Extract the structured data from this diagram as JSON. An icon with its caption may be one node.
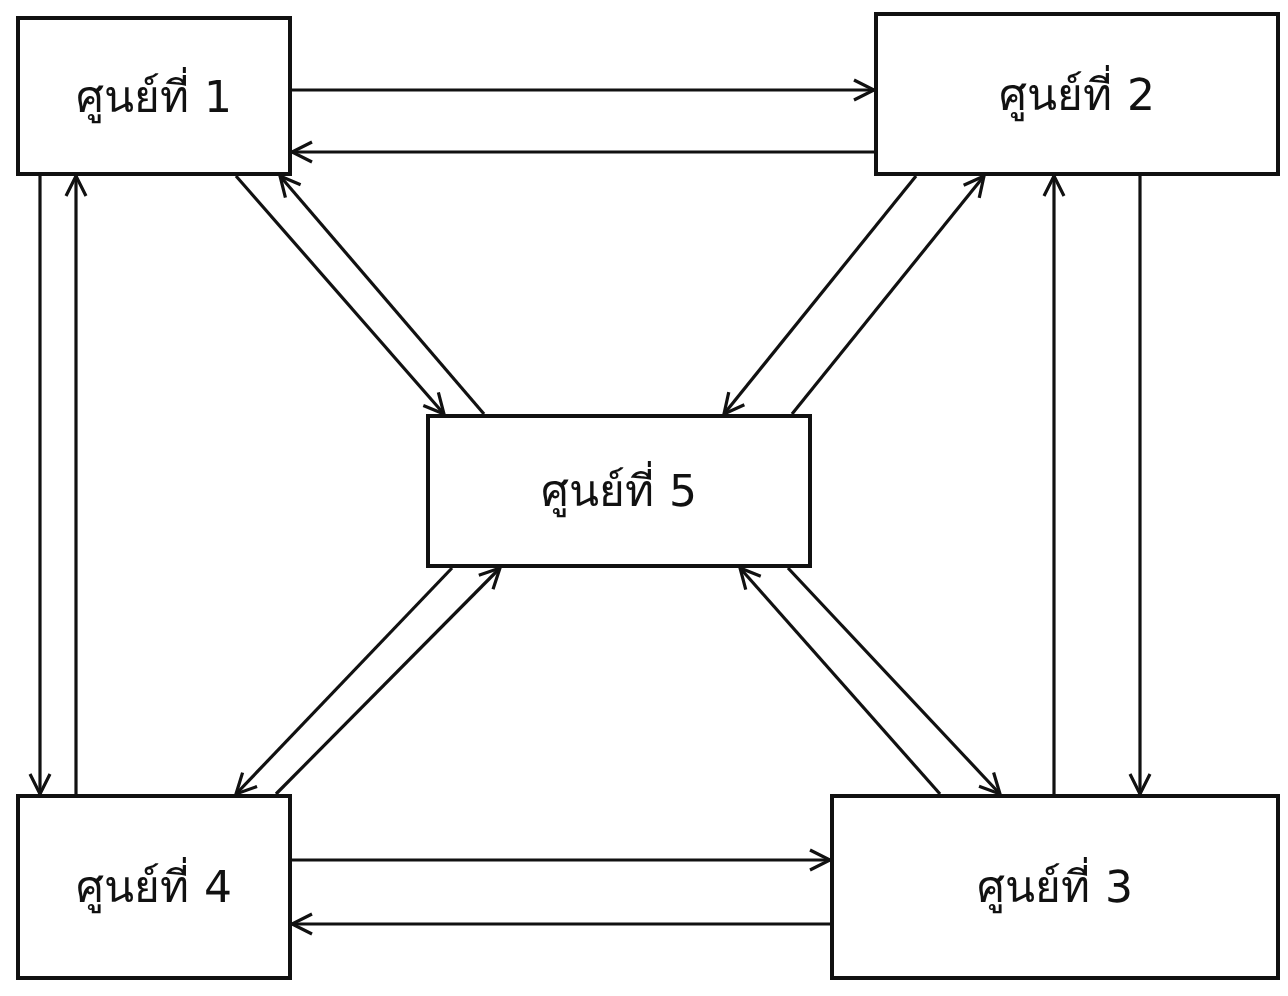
{
  "diagram": {
    "nodes": [
      {
        "text": [
          "ศูนย์ที่ 1"
        ]
      },
      {
        "text": [
          "ศูนย์ที่ 2"
        ]
      },
      {
        "text": [
          "ศูนย์ที่ 5"
        ]
      },
      {
        "text": [
          "ศูนย์ที่ 4"
        ]
      },
      {
        "text": [
          "ศูนย์ที่ 3"
        ]
      }
    ],
    "edges": [
      {
        "from": 0,
        "to": 1,
        "arrow": "to"
      },
      {
        "from": 1,
        "to": 0,
        "arrow": "to"
      },
      {
        "from": 0,
        "to": 3,
        "arrow": "to"
      },
      {
        "from": 3,
        "to": 0,
        "arrow": "to"
      },
      {
        "from": 0,
        "to": 2,
        "arrow": "to"
      },
      {
        "from": 2,
        "to": 0,
        "arrow": "to"
      },
      {
        "from": 1,
        "to": 2,
        "arrow": "to"
      },
      {
        "from": 2,
        "to": 1,
        "arrow": "to"
      },
      {
        "from": 4,
        "to": 1,
        "arrow": "to"
      },
      {
        "from": 1,
        "to": 4,
        "arrow": "to"
      },
      {
        "from": 2,
        "to": 3,
        "arrow": "to"
      },
      {
        "from": 3,
        "to": 2,
        "arrow": "to"
      },
      {
        "from": 2,
        "to": 4,
        "arrow": "to"
      },
      {
        "from": 4,
        "to": 2,
        "arrow": "to"
      },
      {
        "from": 3,
        "to": 4,
        "arrow": "to"
      },
      {
        "from": 4,
        "to": 3,
        "arrow": "to"
      }
    ]
  }
}
